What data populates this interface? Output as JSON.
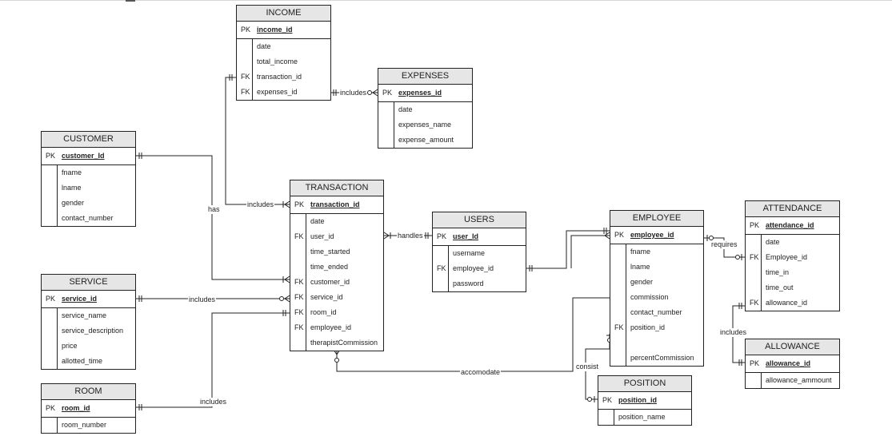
{
  "entities": {
    "income": {
      "title": "INCOME",
      "pk_key": "PK",
      "pk": "income_id",
      "attrs": [
        {
          "key": "",
          "name": "date"
        },
        {
          "key": "",
          "name": "total_income"
        },
        {
          "key": "FK",
          "name": "transaction_id"
        },
        {
          "key": "FK",
          "name": "expenses_id"
        }
      ]
    },
    "expenses": {
      "title": "EXPENSES",
      "pk_key": "PK",
      "pk": "expenses_id",
      "attrs": [
        {
          "key": "",
          "name": "date"
        },
        {
          "key": "",
          "name": "expenses_name"
        },
        {
          "key": "",
          "name": "expense_amount"
        }
      ]
    },
    "customer": {
      "title": "CUSTOMER",
      "pk_key": "PK",
      "pk": "customer_Id",
      "attrs": [
        {
          "key": "",
          "name": "fname"
        },
        {
          "key": "",
          "name": "lname"
        },
        {
          "key": "",
          "name": "gender"
        },
        {
          "key": "",
          "name": "contact_number"
        }
      ]
    },
    "transaction": {
      "title": "TRANSACTION",
      "pk_key": "PK",
      "pk": "transaction_id",
      "attrs": [
        {
          "key": "",
          "name": "date"
        },
        {
          "key": "FK",
          "name": "user_id"
        },
        {
          "key": "",
          "name": "time_started"
        },
        {
          "key": "",
          "name": "time_ended"
        },
        {
          "key": "FK",
          "name": "customer_id"
        },
        {
          "key": "FK",
          "name": "service_id"
        },
        {
          "key": "FK",
          "name": "room_id"
        },
        {
          "key": "FK",
          "name": "employee_id"
        },
        {
          "key": "",
          "name": "therapistCommission"
        }
      ]
    },
    "users": {
      "title": "USERS",
      "pk_key": "PK",
      "pk": "user_Id",
      "attrs": [
        {
          "key": "",
          "name": "username"
        },
        {
          "key": "FK",
          "name": "employee_id"
        },
        {
          "key": "",
          "name": "password"
        }
      ]
    },
    "employee": {
      "title": "EMPLOYEE",
      "pk_key": "PK",
      "pk": "employee_id",
      "attrs": [
        {
          "key": "",
          "name": "fname"
        },
        {
          "key": "",
          "name": "lname"
        },
        {
          "key": "",
          "name": "gender"
        },
        {
          "key": "",
          "name": "commission"
        },
        {
          "key": "",
          "name": "contact_number"
        },
        {
          "key": "FK",
          "name": "position_id"
        },
        {
          "key": "",
          "name": ""
        },
        {
          "key": "",
          "name": "percentCommission"
        }
      ]
    },
    "attendance": {
      "title": "ATTENDANCE",
      "pk_key": "PK",
      "pk": "attendance_id",
      "attrs": [
        {
          "key": "",
          "name": "date"
        },
        {
          "key": "FK",
          "name": "Employee_id"
        },
        {
          "key": "",
          "name": "time_in"
        },
        {
          "key": "",
          "name": "time_out"
        },
        {
          "key": "FK",
          "name": "allowance_id"
        }
      ]
    },
    "allowance": {
      "title": "ALLOWANCE",
      "pk_key": "PK",
      "pk": "allowance_id",
      "attrs": [
        {
          "key": "",
          "name": "allowance_ammount"
        }
      ]
    },
    "service": {
      "title": "SERVICE",
      "pk_key": "PK",
      "pk": "service_id",
      "attrs": [
        {
          "key": "",
          "name": "service_name"
        },
        {
          "key": "",
          "name": "service_description"
        },
        {
          "key": "",
          "name": "price"
        },
        {
          "key": "",
          "name": "allotted_time"
        }
      ]
    },
    "room": {
      "title": "ROOM",
      "pk_key": "PK",
      "pk": "room_id",
      "attrs": [
        {
          "key": "",
          "name": "room_number"
        }
      ]
    },
    "position": {
      "title": "POSITION",
      "pk_key": "PK",
      "pk": "position_id",
      "attrs": [
        {
          "key": "",
          "name": "position_name"
        }
      ]
    }
  },
  "relationships": {
    "income_expenses": "includes",
    "income_transaction": "includes",
    "customer_transaction": "has",
    "service_transaction": "includes",
    "room_transaction": "includes",
    "transaction_users": "handles",
    "employee_attendance": "requires",
    "attendance_allowance": "includes",
    "employee_position": "consist",
    "transaction_employee": "accomodate"
  },
  "colors": {
    "line": "#222222",
    "header": "#e6e6e6"
  }
}
